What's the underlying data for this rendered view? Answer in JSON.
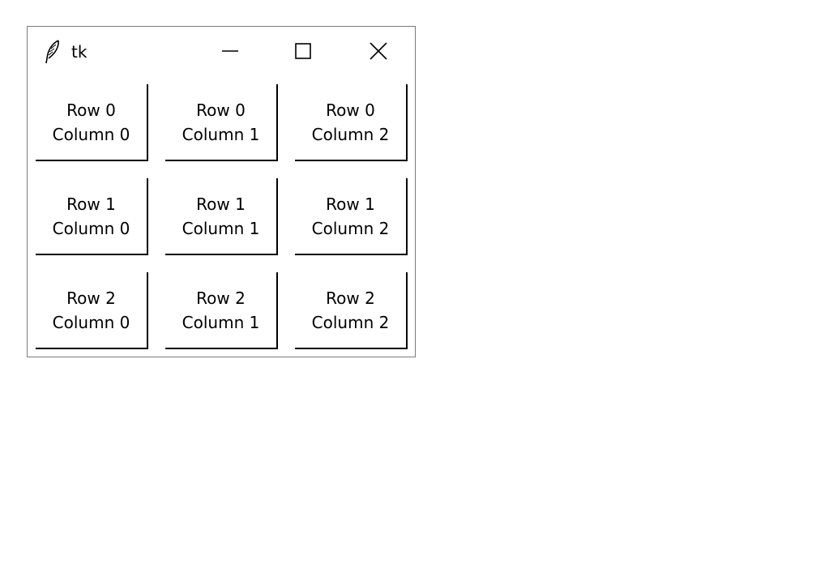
{
  "window": {
    "title": "tk",
    "icon": "feather-icon",
    "controls": {
      "minimize_icon": "minimize-icon",
      "maximize_icon": "maximize-icon",
      "close_icon": "close-icon"
    }
  },
  "grid": {
    "rows": [
      {
        "cells": [
          {
            "line1": "Row 0",
            "line2": "Column 0"
          },
          {
            "line1": "Row 0",
            "line2": "Column 1"
          },
          {
            "line1": "Row 0",
            "line2": "Column 2"
          }
        ]
      },
      {
        "cells": [
          {
            "line1": "Row 1",
            "line2": "Column 0"
          },
          {
            "line1": "Row 1",
            "line2": "Column 1"
          },
          {
            "line1": "Row 1",
            "line2": "Column 2"
          }
        ]
      },
      {
        "cells": [
          {
            "line1": "Row 2",
            "line2": "Column 0"
          },
          {
            "line1": "Row 2",
            "line2": "Column 1"
          },
          {
            "line1": "Row 2",
            "line2": "Column 2"
          }
        ]
      }
    ]
  },
  "colors": {
    "background": "#ffffff",
    "border": "#000000",
    "window_border": "#7a7a7a"
  }
}
